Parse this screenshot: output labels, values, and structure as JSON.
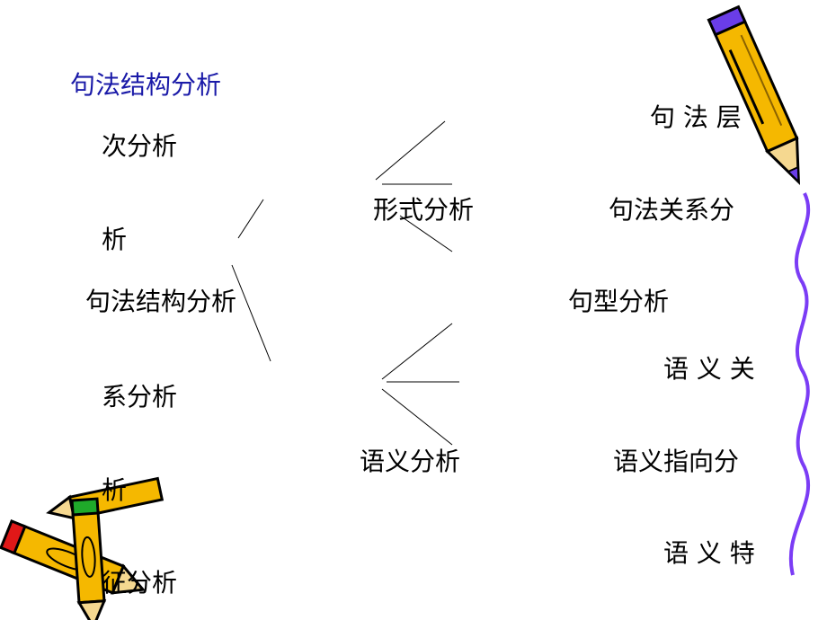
{
  "title": "句法结构分析",
  "colors": {
    "title": "#1a1aa8",
    "text": "#000000",
    "pencil_body": "#f5b800",
    "pencil_outline": "#000000",
    "pencil_tip": "#6a3de8",
    "wavy_line": "#7b3cf5",
    "eraser_red": "#e01818",
    "eraser_green": "#1faa2a"
  },
  "left": {
    "root": "句法结构分析",
    "fragments": [
      "次分析",
      "析",
      "系分析",
      "析",
      "征分析"
    ]
  },
  "middle": {
    "form": "形式分析",
    "meaning": "语义分析"
  },
  "right": [
    "句 法 层",
    "句法关系分",
    "句型分析",
    "语 义 关",
    "语义指向分",
    "语 义 特"
  ],
  "icons": [
    "pencil-icon",
    "crossed-pencils-icon",
    "wavy-line"
  ]
}
